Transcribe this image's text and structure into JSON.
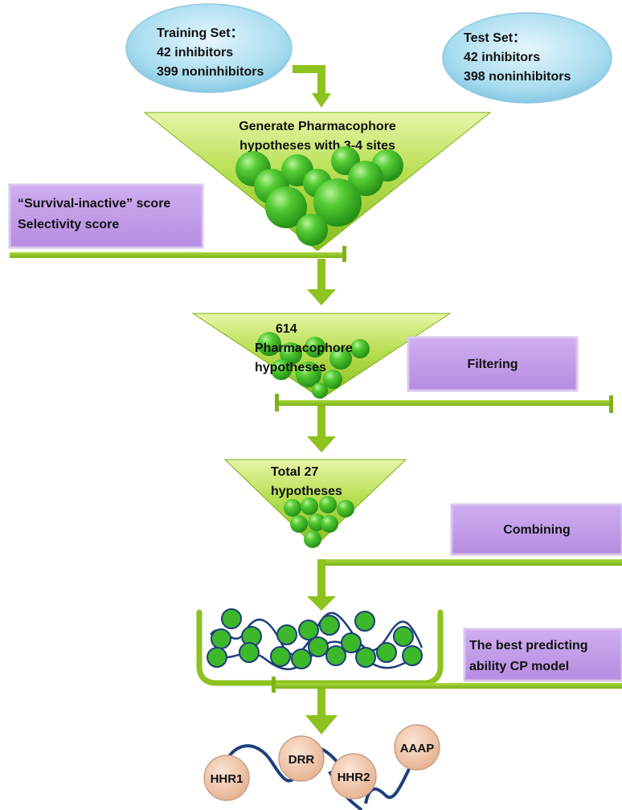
{
  "training_set": {
    "title": "Training Set：",
    "line1": "42 inhibitors",
    "line2": "399 noninhibitors"
  },
  "test_set": {
    "title": "Test Set：",
    "line1": "42 inhibitors",
    "line2": "398 noninhibitors"
  },
  "stage1": {
    "line1": "Generate Pharmacophore",
    "line2": "hypotheses with 3-4 sites"
  },
  "score_box": {
    "line1": "“Survival-inactive” score",
    "line2": "Selectivity score"
  },
  "stage2": {
    "line1": "614",
    "line2": "Pharmacophore",
    "line3": "hypotheses"
  },
  "filter_box": {
    "label": "Filtering"
  },
  "stage3": {
    "line1": "Total 27",
    "line2": "hypotheses"
  },
  "combine_box": {
    "label": "Combining"
  },
  "best_box": {
    "line1": "The best predicting",
    "line2": "ability CP model"
  },
  "model_nodes": [
    "HHR1",
    "DRR",
    "HHR2",
    "AAAP"
  ],
  "colors": {
    "funnel_light": "#dff09a",
    "funnel_dark": "#8cc21e",
    "arrow": "#8dc21f",
    "sphere": "#3cb82a",
    "ellipse": "#a7dcef",
    "purple_box": "#c19ae6",
    "node": "#f2c9ae",
    "chain": "#1d3f7a"
  }
}
